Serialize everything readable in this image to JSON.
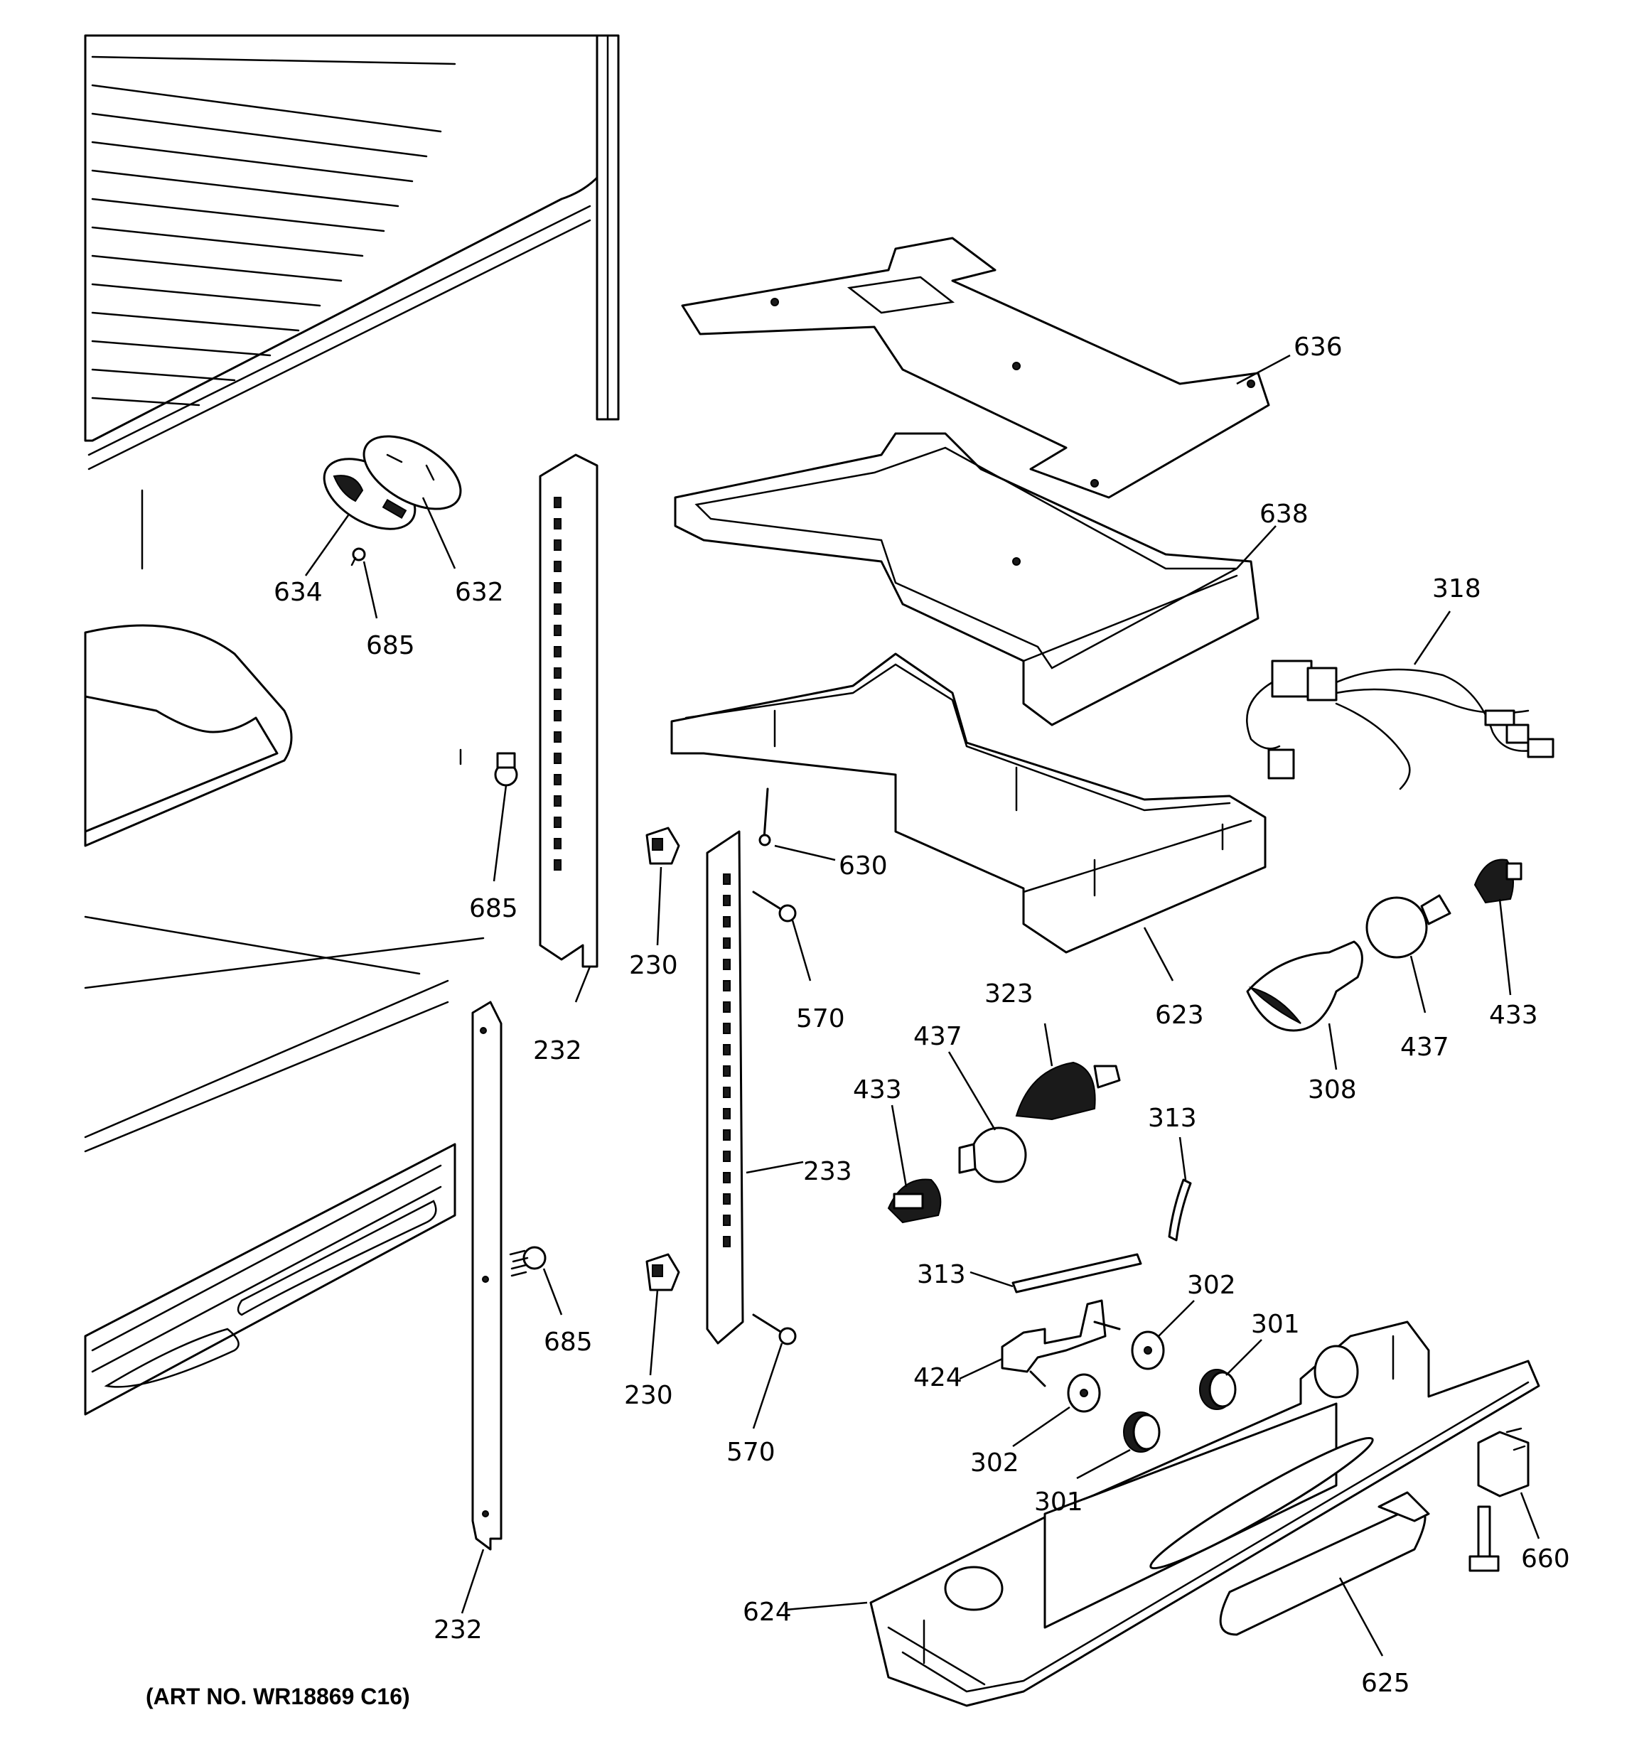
{
  "diagram": {
    "art_number": "(ART NO. WR18869 C16)",
    "callouts": [
      {
        "id": "c636",
        "text": "636"
      },
      {
        "id": "c638",
        "text": "638"
      },
      {
        "id": "c318",
        "text": "318"
      },
      {
        "id": "c634",
        "text": "634"
      },
      {
        "id": "c632",
        "text": "632"
      },
      {
        "id": "c685a",
        "text": "685"
      },
      {
        "id": "c685b",
        "text": "685"
      },
      {
        "id": "c630",
        "text": "630"
      },
      {
        "id": "c230a",
        "text": "230"
      },
      {
        "id": "c232a",
        "text": "232"
      },
      {
        "id": "c570a",
        "text": "570"
      },
      {
        "id": "c623",
        "text": "623"
      },
      {
        "id": "c323",
        "text": "323"
      },
      {
        "id": "c437a",
        "text": "437"
      },
      {
        "id": "c433a",
        "text": "433"
      },
      {
        "id": "c308",
        "text": "308"
      },
      {
        "id": "c437b",
        "text": "437"
      },
      {
        "id": "c433b",
        "text": "433"
      },
      {
        "id": "c313a",
        "text": "313"
      },
      {
        "id": "c233",
        "text": "233"
      },
      {
        "id": "c313b",
        "text": "313"
      },
      {
        "id": "c302a",
        "text": "302"
      },
      {
        "id": "c301a",
        "text": "301"
      },
      {
        "id": "c424",
        "text": "424"
      },
      {
        "id": "c685c",
        "text": "685"
      },
      {
        "id": "c230b",
        "text": "230"
      },
      {
        "id": "c302b",
        "text": "302"
      },
      {
        "id": "c301b",
        "text": "301"
      },
      {
        "id": "c570b",
        "text": "570"
      },
      {
        "id": "c660",
        "text": "660"
      },
      {
        "id": "c624",
        "text": "624"
      },
      {
        "id": "c232b",
        "text": "232"
      },
      {
        "id": "c625",
        "text": "625"
      }
    ]
  }
}
